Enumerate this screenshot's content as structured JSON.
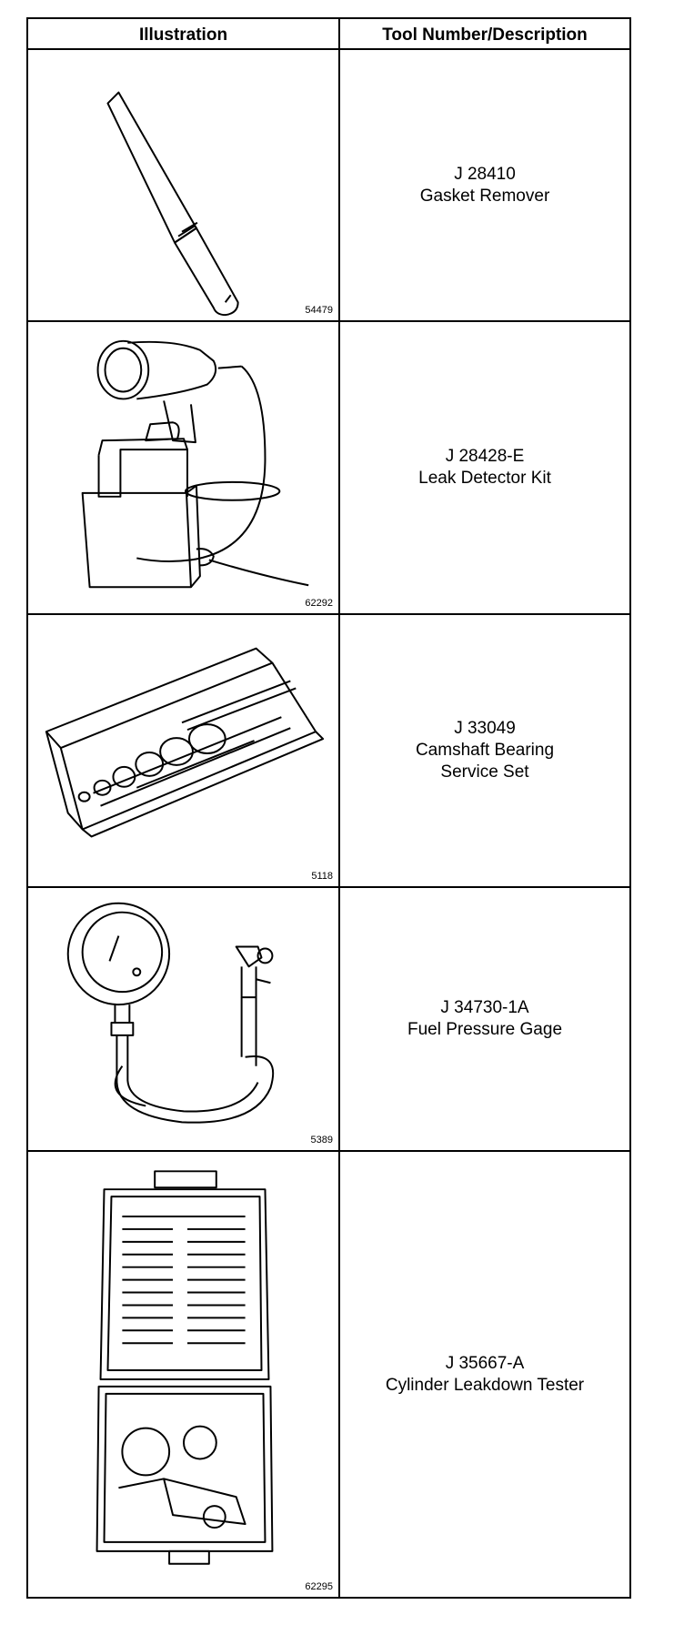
{
  "header": {
    "illustration": "Illustration",
    "description": "Tool Number/Description"
  },
  "rows": [
    {
      "figure": "54479",
      "tool_number": "J 28410",
      "description_lines": [
        "Gasket Remover"
      ],
      "icon": "gasket-remover-icon"
    },
    {
      "figure": "62292",
      "tool_number": "J 28428-E",
      "description_lines": [
        "Leak Detector Kit"
      ],
      "icon": "leak-detector-icon"
    },
    {
      "figure": "5118",
      "tool_number": "J 33049",
      "description_lines": [
        "Camshaft Bearing",
        "Service Set"
      ],
      "icon": "camshaft-bearing-set-icon"
    },
    {
      "figure": "5389",
      "tool_number": "J 34730-1A",
      "description_lines": [
        "Fuel Pressure Gage"
      ],
      "icon": "fuel-pressure-gage-icon"
    },
    {
      "figure": "62295",
      "tool_number": "J 35667-A",
      "description_lines": [
        "Cylinder Leakdown Tester"
      ],
      "icon": "leakdown-tester-icon"
    }
  ]
}
